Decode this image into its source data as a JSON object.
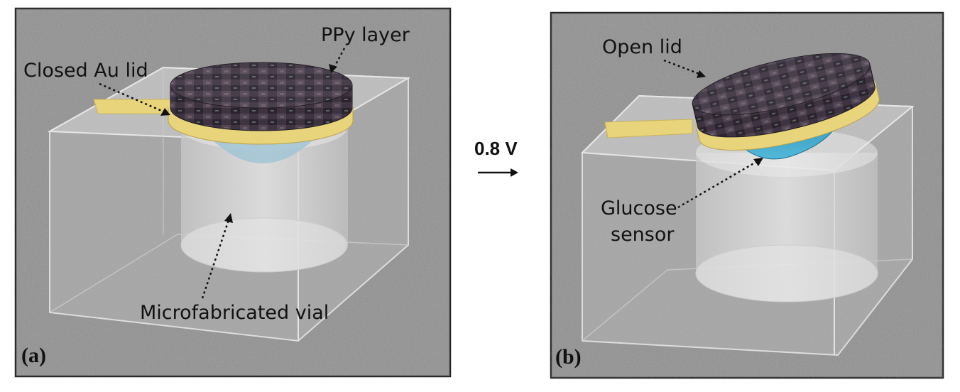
{
  "panels": [
    {
      "id": "a",
      "tag": "(a)",
      "labels": {
        "layer": "PPy layer",
        "lid": "Closed Au lid",
        "vial": "Microfabricated vial"
      }
    },
    {
      "id": "b",
      "tag": "(b)",
      "labels": {
        "lid": "Open lid",
        "sensor_line1": "Glucose",
        "sensor_line2": "sensor"
      }
    }
  ],
  "transition": {
    "voltage": "0.8 V",
    "arrow": "→"
  },
  "colors": {
    "background_gray": "#8f8f8f",
    "gold": "#e8d47a",
    "ppy_dark": "#3e3440",
    "sensor_blue": "#3a9ec2",
    "glass": "#d9d9d9"
  }
}
